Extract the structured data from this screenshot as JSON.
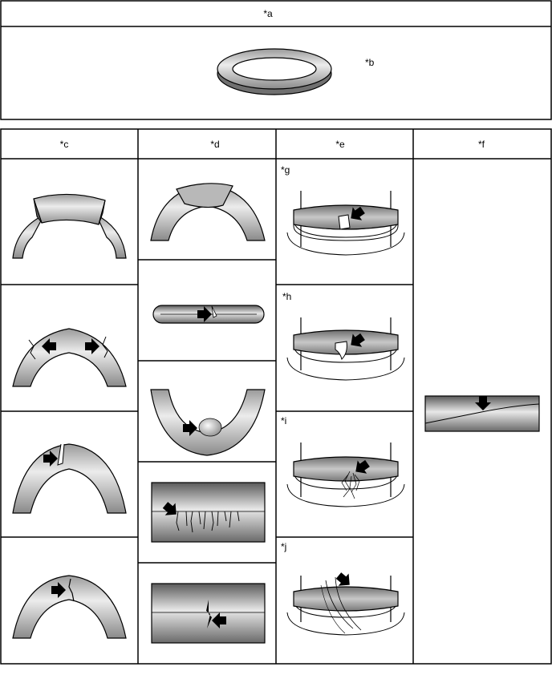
{
  "top_table": {
    "header_label": "*a",
    "ring_label": "*b"
  },
  "columns": [
    {
      "label": "*c"
    },
    {
      "label": "*d"
    },
    {
      "label": "*e"
    },
    {
      "label": "*f"
    }
  ],
  "column_e_cells": [
    {
      "label": "*g"
    },
    {
      "label": "*h"
    },
    {
      "label": "*i"
    },
    {
      "label": "*j"
    }
  ]
}
